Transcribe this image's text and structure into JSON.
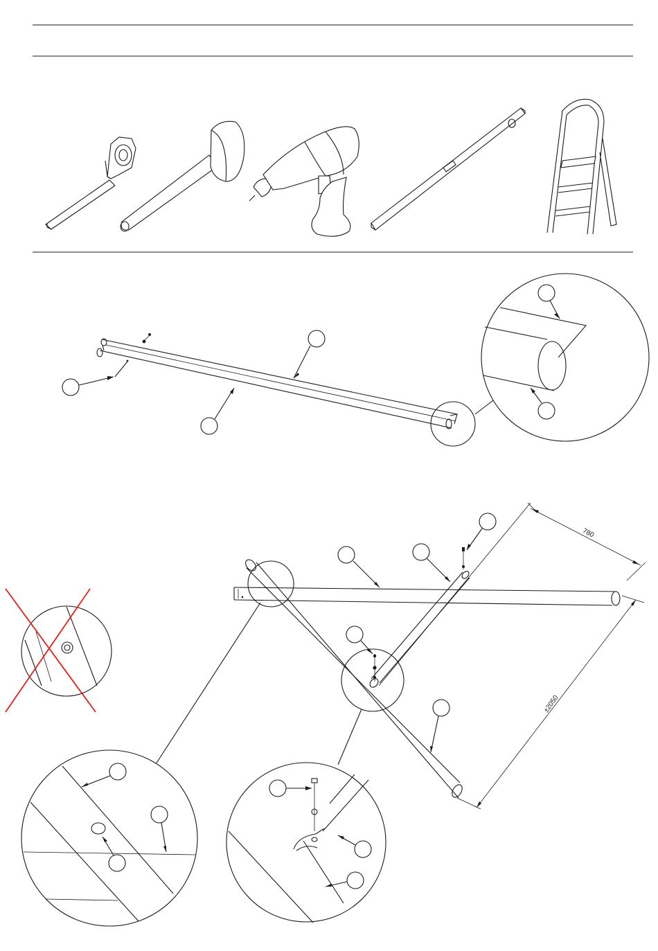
{
  "tools": [
    {
      "name": "tape-measure",
      "icon": "tape-measure-icon"
    },
    {
      "name": "rubber-mallet",
      "icon": "mallet-icon"
    },
    {
      "name": "cordless-drill",
      "icon": "drill-icon"
    },
    {
      "name": "spirit-level",
      "icon": "spirit-level-icon"
    },
    {
      "name": "step-ladder",
      "icon": "ladder-icon"
    }
  ],
  "step1": {
    "callouts": [
      {
        "id": "part-a",
        "label": ""
      },
      {
        "id": "part-b",
        "label": ""
      },
      {
        "id": "part-c",
        "label": ""
      },
      {
        "id": "detail-top",
        "label": ""
      },
      {
        "id": "detail-bottom",
        "label": ""
      }
    ]
  },
  "step2": {
    "dimensions": {
      "width": "780",
      "length": "±2050"
    }
  },
  "colors": {
    "line": "#1a1a1a",
    "warning_cross": "#e0201e",
    "background": "#ffffff"
  }
}
